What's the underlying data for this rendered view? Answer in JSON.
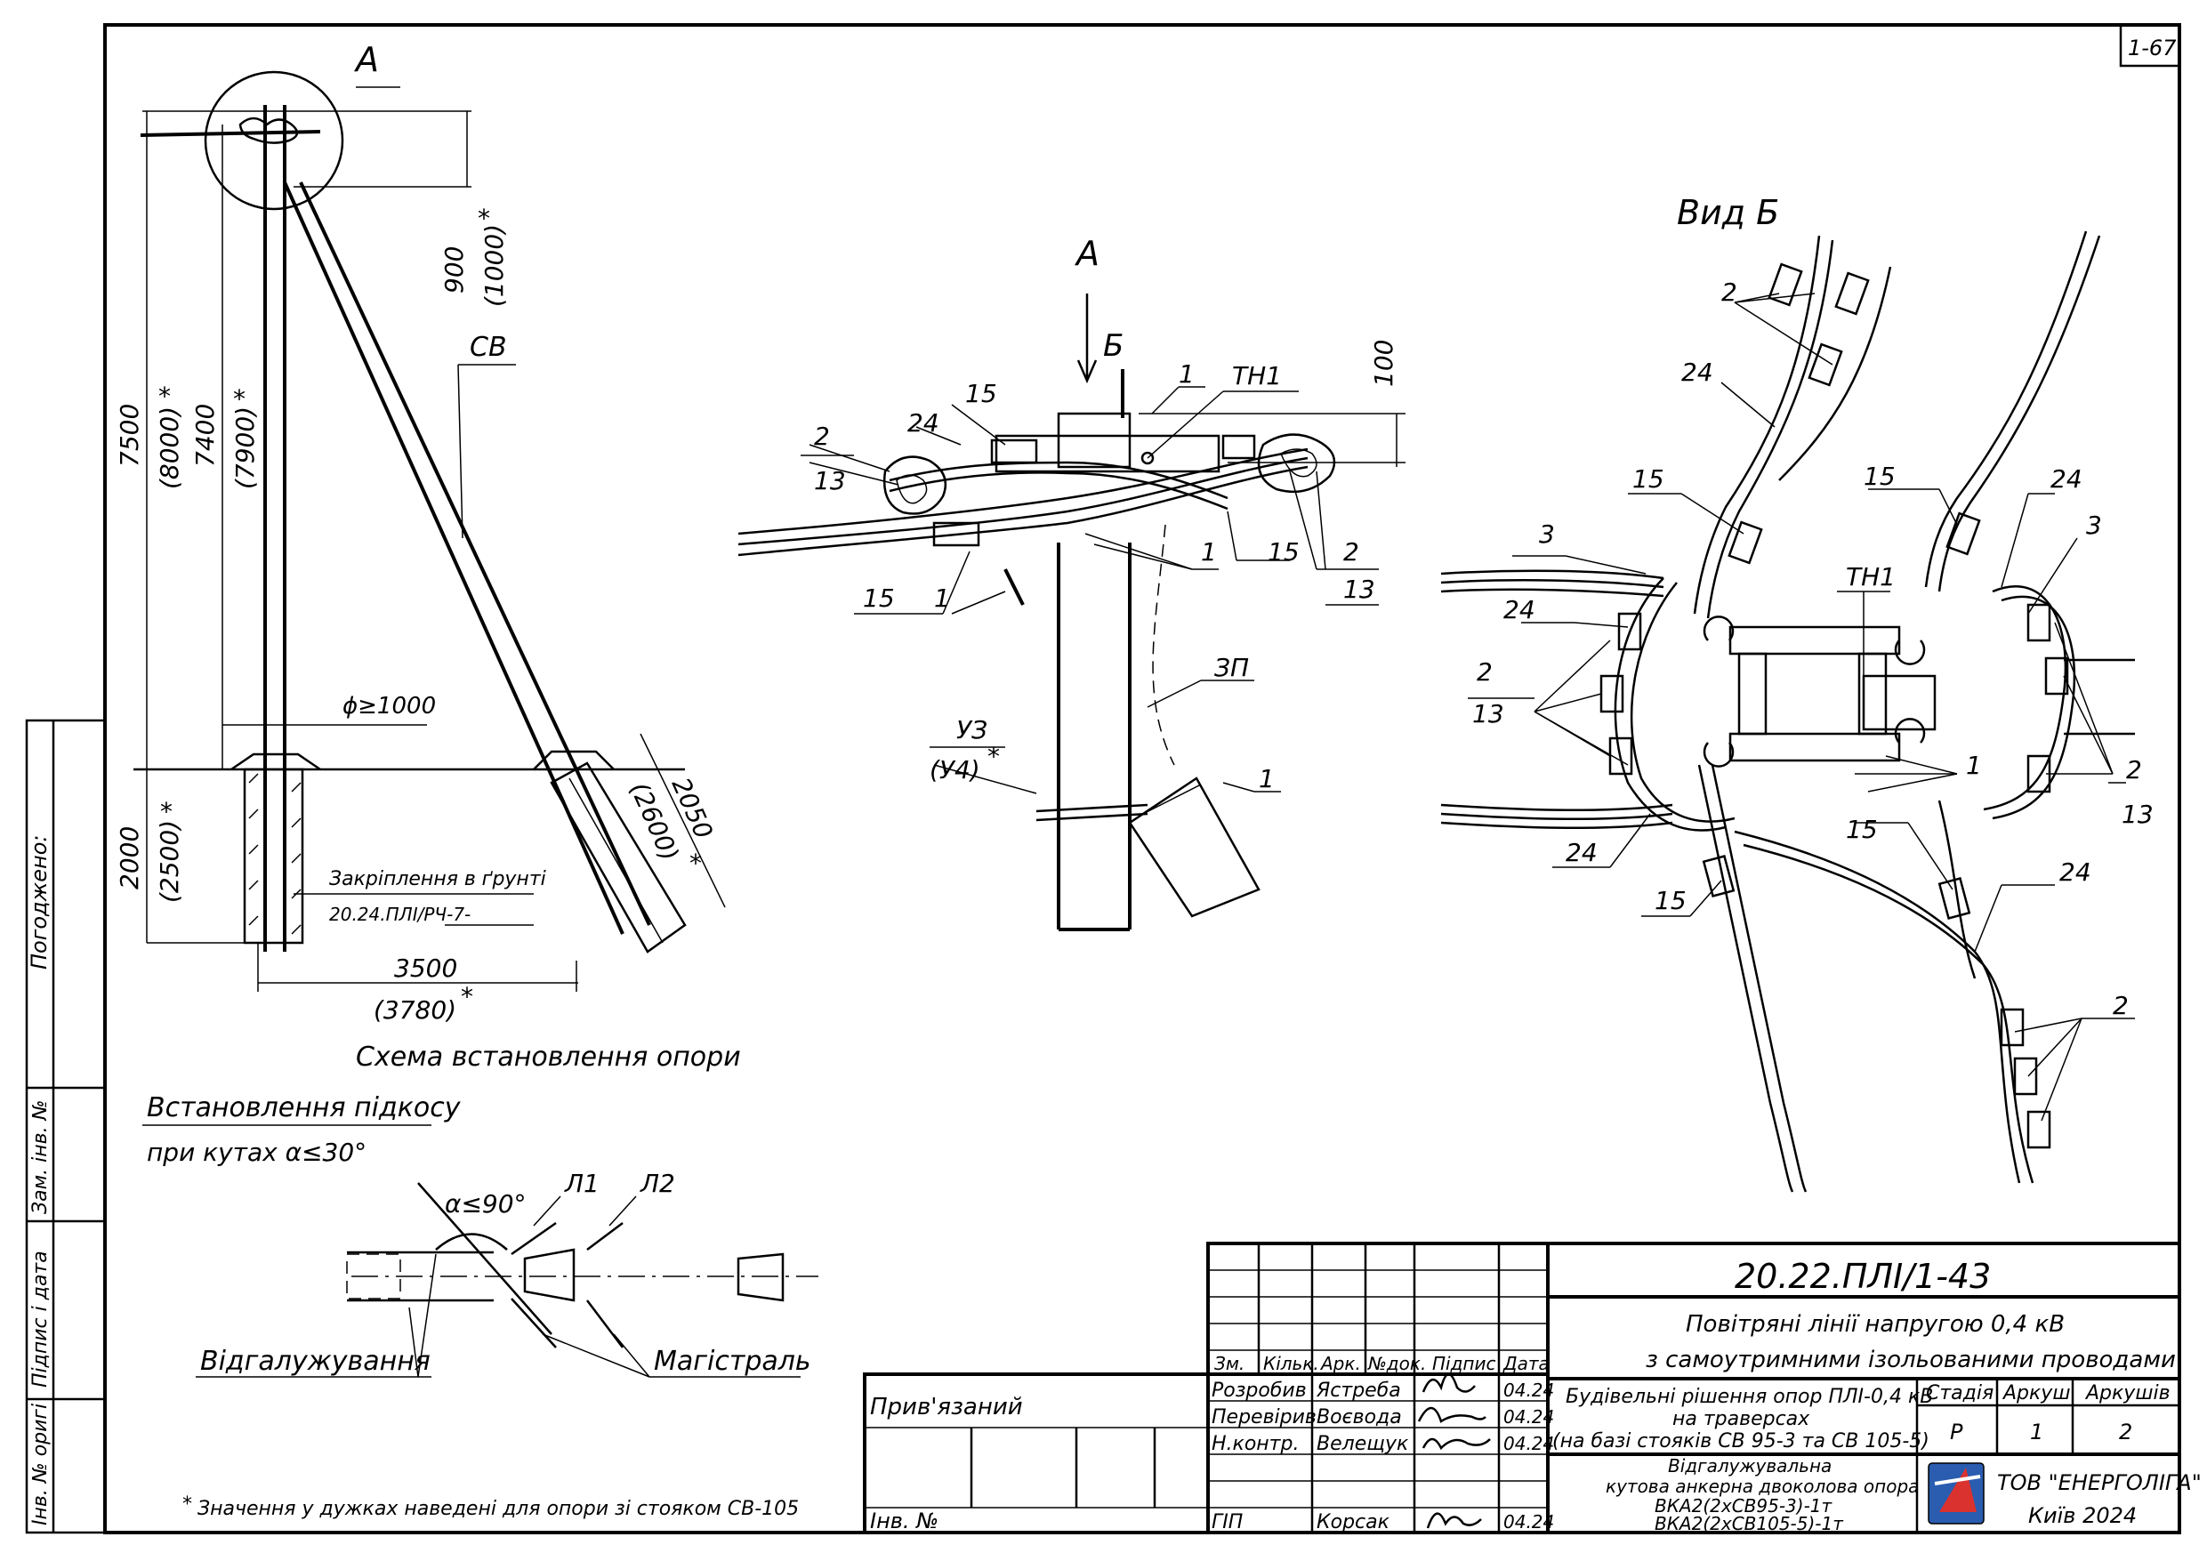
{
  "sheet_number": "1-67",
  "views": {
    "scheme": {
      "callout_label": "А",
      "caption": "Схема встановлення опори",
      "dims": {
        "top_900": "900",
        "top_1000": "(1000)",
        "h_7500": "7500",
        "h_8000": "(8000)",
        "h_7400": "7400",
        "h_7900": "(7900)",
        "d_2000": "2000",
        "d_2500": "(2500)",
        "d_2050": "2050",
        "d_2600": "(2600)",
        "w_3500": "3500",
        "w_3780": "(3780)",
        "star": "*"
      },
      "sv_label": "СВ",
      "dia_label": "ϕ≥1000",
      "ground_note": "Закріплення в ґрунті",
      "ground_ref": "20.24.ПЛІ/РЧ-7-"
    },
    "strut": {
      "title_line1": "Встановлення підкосу",
      "title_line2": "при кутах α≤30°",
      "angle_label": "α≤90°",
      "l1": "Л1",
      "l2": "Л2",
      "branch": "Відгалужування",
      "main": "Магістраль"
    },
    "view_a": {
      "title": "А",
      "arrow_b": "Б",
      "dim_100": "100",
      "labels": {
        "p1": "1",
        "tn1": "ТН1",
        "p15": "15",
        "p24": "24",
        "p2": "2",
        "p13": "13",
        "zp": "ЗП",
        "uz": "УЗ",
        "u4": "(У4)",
        "star": "*"
      }
    },
    "view_b": {
      "title": "Вид Б",
      "labels": {
        "p2": "2",
        "p24": "24",
        "p15": "15",
        "p3": "3",
        "tn1": "ТН1",
        "p13": "13",
        "p1": "1"
      }
    }
  },
  "footnote": "Значення у дужках наведені для опори зі стояком СВ-105",
  "footnote_star": "*",
  "side_stamp": {
    "agreed": "Погоджено:",
    "inv_zam": "Зам. інв. №",
    "sign_date": "Підпис і дата",
    "inv_orig": "Інв. № оригі"
  },
  "title_block": {
    "doc_code": "20.22.ПЛІ/1-43",
    "project_line1": "Повітряні лінії напругою 0,4 кВ",
    "project_line2": "з самоутримними ізольованими проводами",
    "section_line1": "Будівельні рішення опор ПЛІ-0,4 кВ",
    "section_line2": "на траверсах",
    "section_line3": "(на базі стояків СВ 95-3 та СВ 105-5)",
    "drawing_line1": "Відгалужувальна",
    "drawing_line2": "кутова анкерна двоколова опора",
    "drawing_line3": "ВКА2(2хСВ95-3)-1т",
    "drawing_line4": "ВКА2(2хСВ105-5)-1т",
    "tied": "Прив'язаний",
    "inv_no": "Інв. №",
    "headers": {
      "zm": "Зм.",
      "qty": "Кільк.",
      "sheet": "Арк.",
      "doc": "№док.",
      "sign": "Підпис",
      "date": "Дата"
    },
    "people": [
      {
        "role": "Розробив",
        "name": "Ястреба",
        "date": "04.24"
      },
      {
        "role": "Перевірив",
        "name": "Воєвода",
        "date": "04.24"
      },
      {
        "role": "Н.контр.",
        "name": "Велещук",
        "date": "04.24"
      },
      {
        "role": "ГІП",
        "name": "Корсак",
        "date": "04.24"
      }
    ],
    "stage_header": "Стадія",
    "sheet_header": "Аркуш",
    "sheets_header": "Аркушів",
    "stage": "Р",
    "sheet": "1",
    "sheets": "2",
    "company": "ТОВ \"ЕНЕРГОЛІГА\"",
    "city_year": "Київ 2024"
  }
}
